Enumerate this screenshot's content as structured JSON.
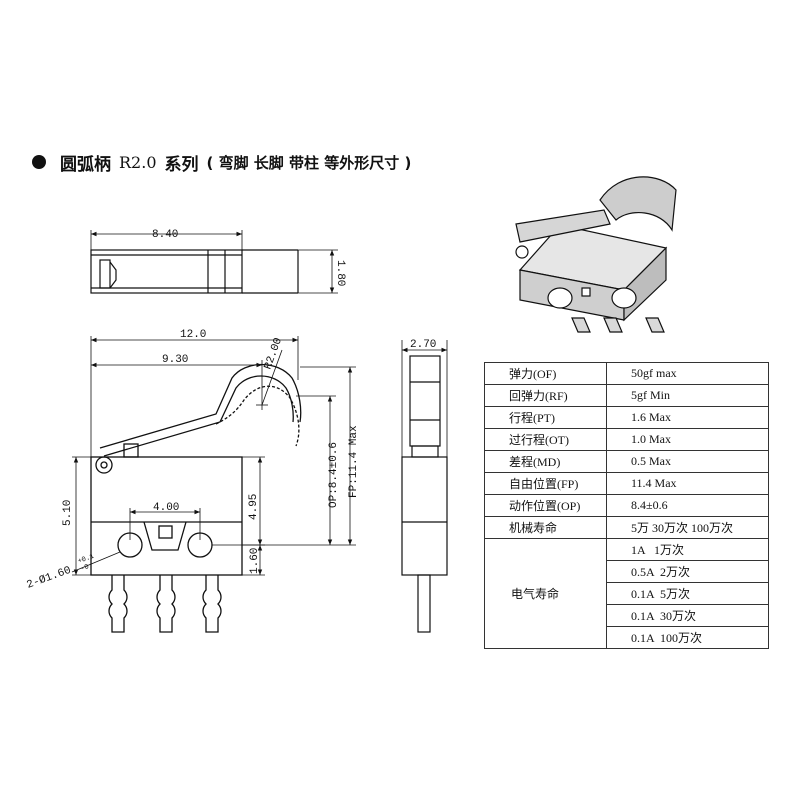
{
  "title": {
    "name": "圆弧柄",
    "model": "R2.0",
    "series": "系列",
    "subtitle": "( 弯脚 长脚 带柱 等外形尺寸 )"
  },
  "dimensions": {
    "top_width": "8.40",
    "top_height": "1.80",
    "length": "12.0",
    "pivot_dist": "9.30",
    "radius": "R2.00",
    "body_height": "5.10",
    "pin_pitch": "4.00",
    "hole_height": "4.95",
    "op": "OP:8.4±0.6",
    "fp": "FP:11.4 Max",
    "base": "1.60",
    "hole_prefix": "2-Ø1.60",
    "hole_tol_plus": "+0.1",
    "hole_tol_minus": "-0",
    "side_width": "2.70"
  },
  "specs": [
    {
      "label": "弹力(OF)",
      "value": "50gf max"
    },
    {
      "label": "回弹力(RF)",
      "value": "5gf Min"
    },
    {
      "label": "行程(PT)",
      "value": "1.6 Max"
    },
    {
      "label": "过行程(OT)",
      "value": "1.0 Max"
    },
    {
      "label": "差程(MD)",
      "value": "0.5 Max"
    },
    {
      "label": "自由位置(FP)",
      "value": "11.4 Max"
    },
    {
      "label": "动作位置(OP)",
      "value": "8.4±0.6"
    },
    {
      "label": "机械寿命",
      "value": "5万 30万次 100万次"
    }
  ],
  "electrical": {
    "label": "电气寿命",
    "rows": [
      "1A   1万次",
      "0.5A  2万次",
      "0.1A  5万次",
      "0.1A  30万次",
      "0.1A  100万次"
    ]
  }
}
